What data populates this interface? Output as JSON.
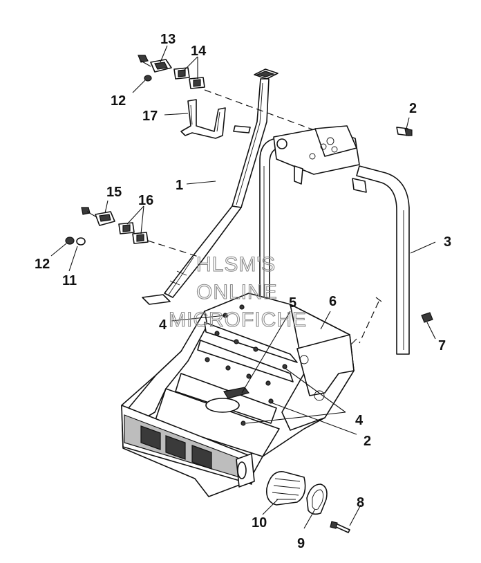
{
  "watermark": {
    "line1": "HLSM'S",
    "line2": "ONLINE",
    "line3": "MICROFICHE"
  },
  "callouts": [
    {
      "id": "c13",
      "label": "13"
    },
    {
      "id": "c14",
      "label": "14"
    },
    {
      "id": "c12a",
      "label": "12"
    },
    {
      "id": "c17",
      "label": "17"
    },
    {
      "id": "c1",
      "label": "1"
    },
    {
      "id": "c2a",
      "label": "2"
    },
    {
      "id": "c15",
      "label": "15"
    },
    {
      "id": "c16",
      "label": "16"
    },
    {
      "id": "c3",
      "label": "3"
    },
    {
      "id": "c12b",
      "label": "12"
    },
    {
      "id": "c11",
      "label": "11"
    },
    {
      "id": "c5",
      "label": "5"
    },
    {
      "id": "c6",
      "label": "6"
    },
    {
      "id": "c4a",
      "label": "4"
    },
    {
      "id": "c7",
      "label": "7"
    },
    {
      "id": "c4b",
      "label": "4"
    },
    {
      "id": "c2b",
      "label": "2"
    },
    {
      "id": "c8",
      "label": "8"
    },
    {
      "id": "c10",
      "label": "10"
    },
    {
      "id": "c9",
      "label": "9"
    }
  ]
}
